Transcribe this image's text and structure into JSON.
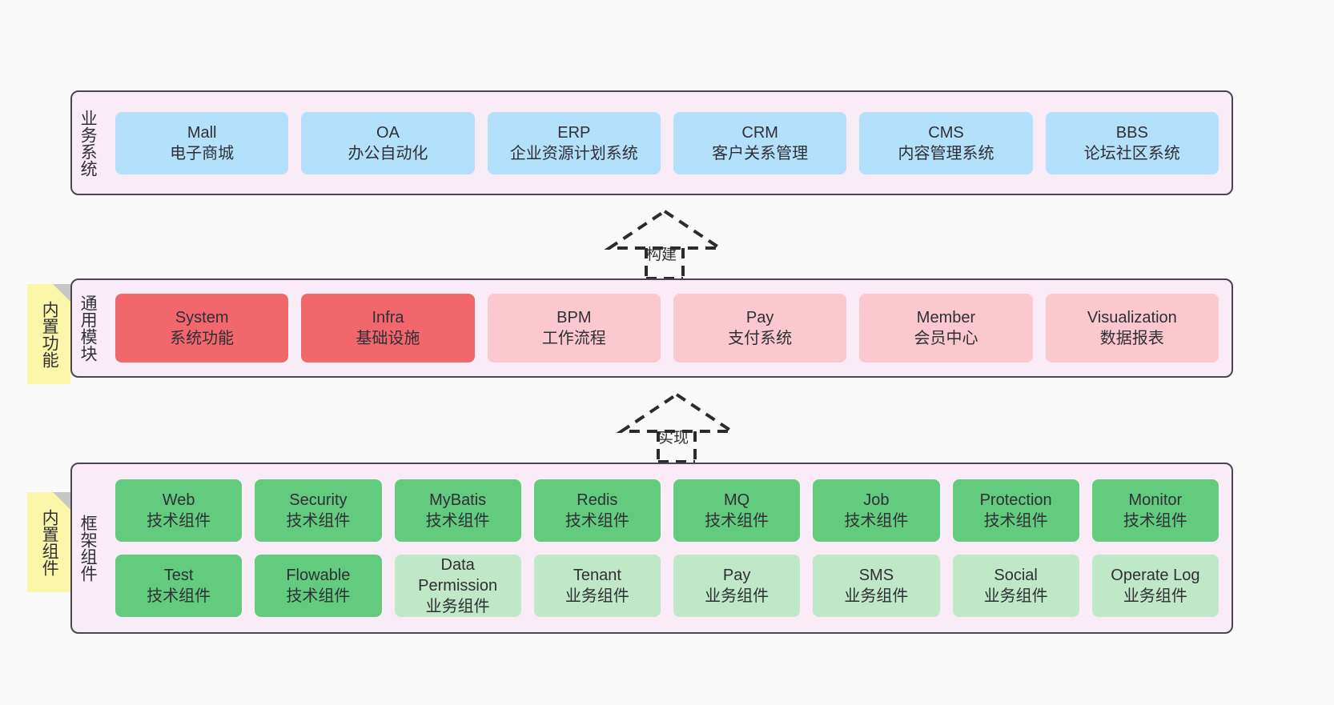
{
  "diagram": {
    "background": "#f9f9f9",
    "layer_fill": "#faecf7",
    "layer_border": "#4a4453",
    "note_fill": "#fbf7a8",
    "colors": {
      "business": "#b3e0fb",
      "module_strong": "#f1676b",
      "module_light": "#fbc8cf",
      "framework_tech": "#63cb7d",
      "framework_biz": "#bfe8c8"
    }
  },
  "layers": {
    "business": {
      "title": "业务系统",
      "nodes": [
        {
          "name": "Mall",
          "desc": "电子商城"
        },
        {
          "name": "OA",
          "desc": "办公自动化"
        },
        {
          "name": "ERP",
          "desc": "企业资源计划系统"
        },
        {
          "name": "CRM",
          "desc": "客户关系管理"
        },
        {
          "name": "CMS",
          "desc": "内容管理系统"
        },
        {
          "name": "BBS",
          "desc": "论坛社区系统"
        }
      ]
    },
    "modules": {
      "title": "通用模块",
      "note": "内置功能",
      "nodes": [
        {
          "name": "System",
          "desc": "系统功能",
          "variant": "strong"
        },
        {
          "name": "Infra",
          "desc": "基础设施",
          "variant": "strong"
        },
        {
          "name": "BPM",
          "desc": "工作流程",
          "variant": "light"
        },
        {
          "name": "Pay",
          "desc": "支付系统",
          "variant": "light"
        },
        {
          "name": "Member",
          "desc": "会员中心",
          "variant": "light"
        },
        {
          "name": "Visualization",
          "desc": "数据报表",
          "variant": "light"
        }
      ]
    },
    "framework": {
      "title": "框架组件",
      "note": "内置组件",
      "row1": [
        {
          "name": "Web",
          "desc": "技术组件",
          "variant": "tech"
        },
        {
          "name": "Security",
          "desc": "技术组件",
          "variant": "tech"
        },
        {
          "name": "MyBatis",
          "desc": "技术组件",
          "variant": "tech"
        },
        {
          "name": "Redis",
          "desc": "技术组件",
          "variant": "tech"
        },
        {
          "name": "MQ",
          "desc": "技术组件",
          "variant": "tech"
        },
        {
          "name": "Job",
          "desc": "技术组件",
          "variant": "tech"
        },
        {
          "name": "Protection",
          "desc": "技术组件",
          "variant": "tech"
        },
        {
          "name": "Monitor",
          "desc": "技术组件",
          "variant": "tech"
        }
      ],
      "row2": [
        {
          "name": "Test",
          "desc": "技术组件",
          "variant": "tech"
        },
        {
          "name": "Flowable",
          "desc": "技术组件",
          "variant": "tech"
        },
        {
          "name": "Data Permission",
          "desc": "业务组件",
          "variant": "biz"
        },
        {
          "name": "Tenant",
          "desc": "业务组件",
          "variant": "biz"
        },
        {
          "name": "Pay",
          "desc": "业务组件",
          "variant": "biz"
        },
        {
          "name": "SMS",
          "desc": "业务组件",
          "variant": "biz"
        },
        {
          "name": "Social",
          "desc": "业务组件",
          "variant": "biz"
        },
        {
          "name": "Operate Log",
          "desc": "业务组件",
          "variant": "biz"
        }
      ]
    }
  },
  "connectors": [
    {
      "label": "构建",
      "from": "modules",
      "to": "business"
    },
    {
      "label": "实现",
      "from": "framework",
      "to": "modules"
    }
  ]
}
